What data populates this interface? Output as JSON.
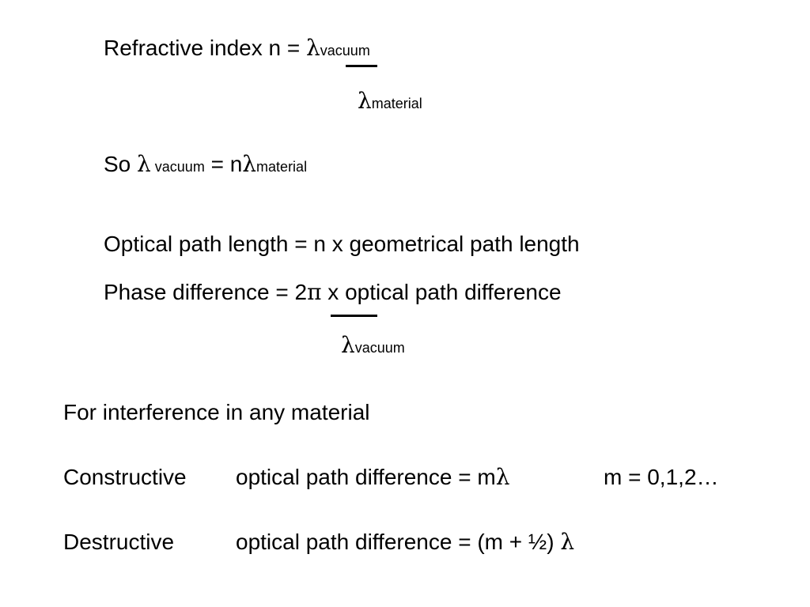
{
  "refractive": {
    "label": "Refractive index  n = ",
    "lambda": "λ",
    "num_sub": "vacuum",
    "den_lambda": "λ",
    "den_sub": "material"
  },
  "so": {
    "label": "So ",
    "lambda": "λ",
    "sub_vacuum": " vacuum",
    "equals_n": " = n",
    "lambda2": "λ",
    "sub_material": "material"
  },
  "optical_path": {
    "text": "Optical path length = n x geometrical path length"
  },
  "phase": {
    "lead": "Phase difference = 2",
    "pi": "π",
    "tail": " x optical path difference",
    "den_lambda": "λ",
    "den_sub": "vacuum"
  },
  "interference": {
    "heading": "For interference in any material"
  },
  "constructive": {
    "label": "Constructive",
    "expr": "optical path difference = m",
    "lambda": "λ",
    "m_values": "m = 0,1,2…"
  },
  "destructive": {
    "label": "Destructive",
    "expr": "optical path difference = (m + ½) ",
    "lambda": "λ"
  }
}
